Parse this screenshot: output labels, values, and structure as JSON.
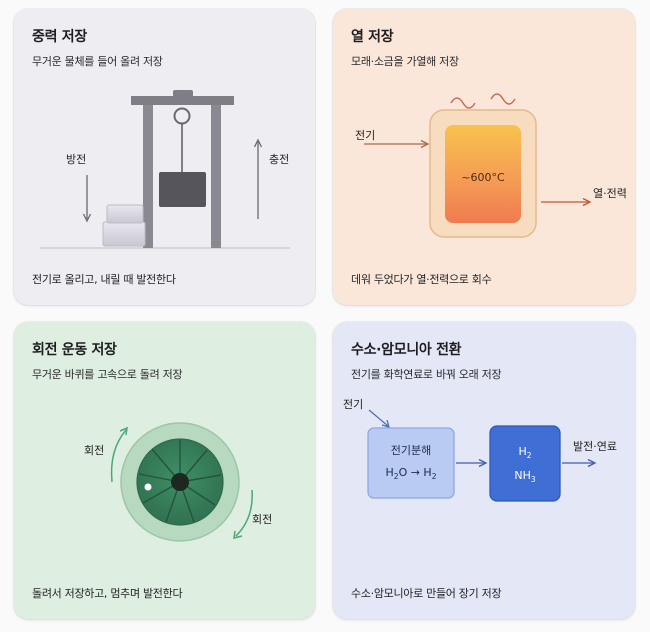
{
  "gravity": {
    "title": "중력 저장",
    "subtitle": "무거운 물체를 들어 올려 저장",
    "label_discharge": "방전",
    "label_charge": "충전",
    "footer": "전기로 올리고, 내릴 때 발전한다"
  },
  "heat": {
    "title": "열 저장",
    "subtitle": "모래·소금을 가열해 저장",
    "label_input": "전기",
    "temperature": "~600°C",
    "label_output": "열·전력",
    "footer": "데워 두었다가 열·전력으로 회수"
  },
  "flywheel": {
    "title": "회전 운동 저장",
    "subtitle": "무거운 바퀴를 고속으로 돌려 저장",
    "label_rotate_left": "회전",
    "label_rotate_right": "회전",
    "footer": "돌려서 저장하고, 멈추며 발전한다"
  },
  "hydrogen": {
    "title": "수소·암모니아 전환",
    "subtitle": "전기를 화학연료로 바꿔 오래 저장",
    "label_input": "전기",
    "electrolysis_title": "전기분해",
    "product_h2": "H",
    "product_h2_sub": "2",
    "product_nh3": "NH",
    "product_nh3_sub": "3",
    "label_output": "발전·연료",
    "footer": "수소·암모니아로 만들어 장기 저장"
  },
  "colors": {
    "accent_orange": "#c2552e",
    "accent_green": "#3d9a6a",
    "accent_blue": "#3f6fd4"
  }
}
